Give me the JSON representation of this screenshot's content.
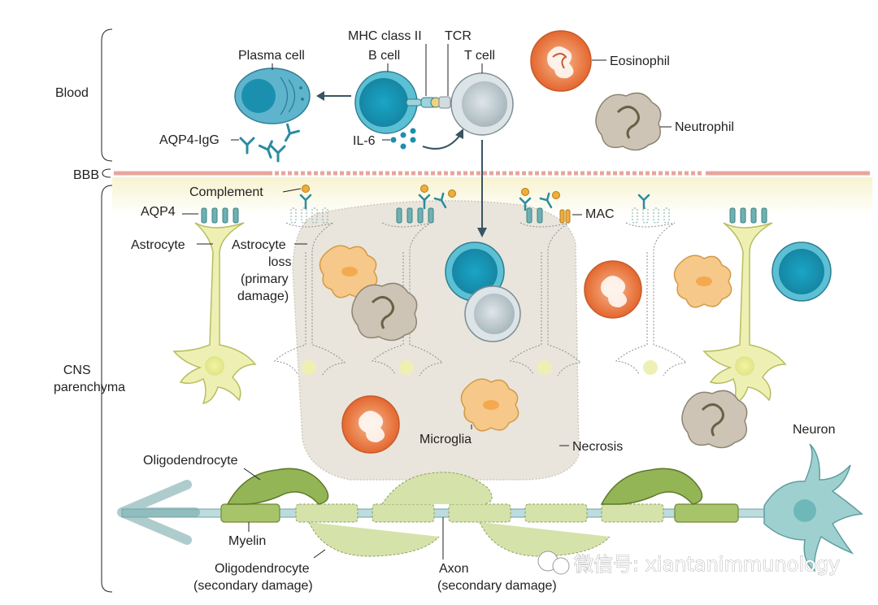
{
  "regions": {
    "blood": "Blood",
    "bbb": "BBB",
    "cns": "CNS\nparenchyma"
  },
  "labels": {
    "plasma_cell": "Plasma cell",
    "mhc_class_ii": "MHC class II",
    "tcr": "TCR",
    "b_cell": "B cell",
    "t_cell": "T cell",
    "eosinophil": "Eosinophil",
    "neutrophil": "Neutrophil",
    "aqp4_igg": "AQP4-IgG",
    "il6": "IL-6",
    "complement": "Complement",
    "aqp4": "AQP4",
    "mac": "MAC",
    "astrocyte": "Astrocyte",
    "astrocyte_loss": "Astrocyte\nloss\n(primary\ndamage)",
    "microglia": "Microglia",
    "necrosis": "Necrosis",
    "neuron": "Neuron",
    "oligodendrocyte": "Oligodendrocyte",
    "myelin": "Myelin",
    "oligodendrocyte_secondary": "Oligodendrocyte\n(secondary damage)",
    "axon_secondary": "Axon\n(secondary damage)"
  },
  "watermark": "微信号: xiantanimmunology",
  "colors": {
    "bbb_line": "#e8a59c",
    "cns_band": "#f6f4dc",
    "necrosis_fill": "#e9e5dc",
    "b_cell": "#1d95b5",
    "t_cell": "#c3ced3",
    "eosinophil": "#e5703e",
    "neutrophil": "#cdc4b6",
    "microglia": "#f6c889",
    "astrocyte": "#eef0b3",
    "aqp4": "#6fb0b2",
    "oligodendrocyte": "#93b556",
    "neuron": "#9fd0d0"
  }
}
